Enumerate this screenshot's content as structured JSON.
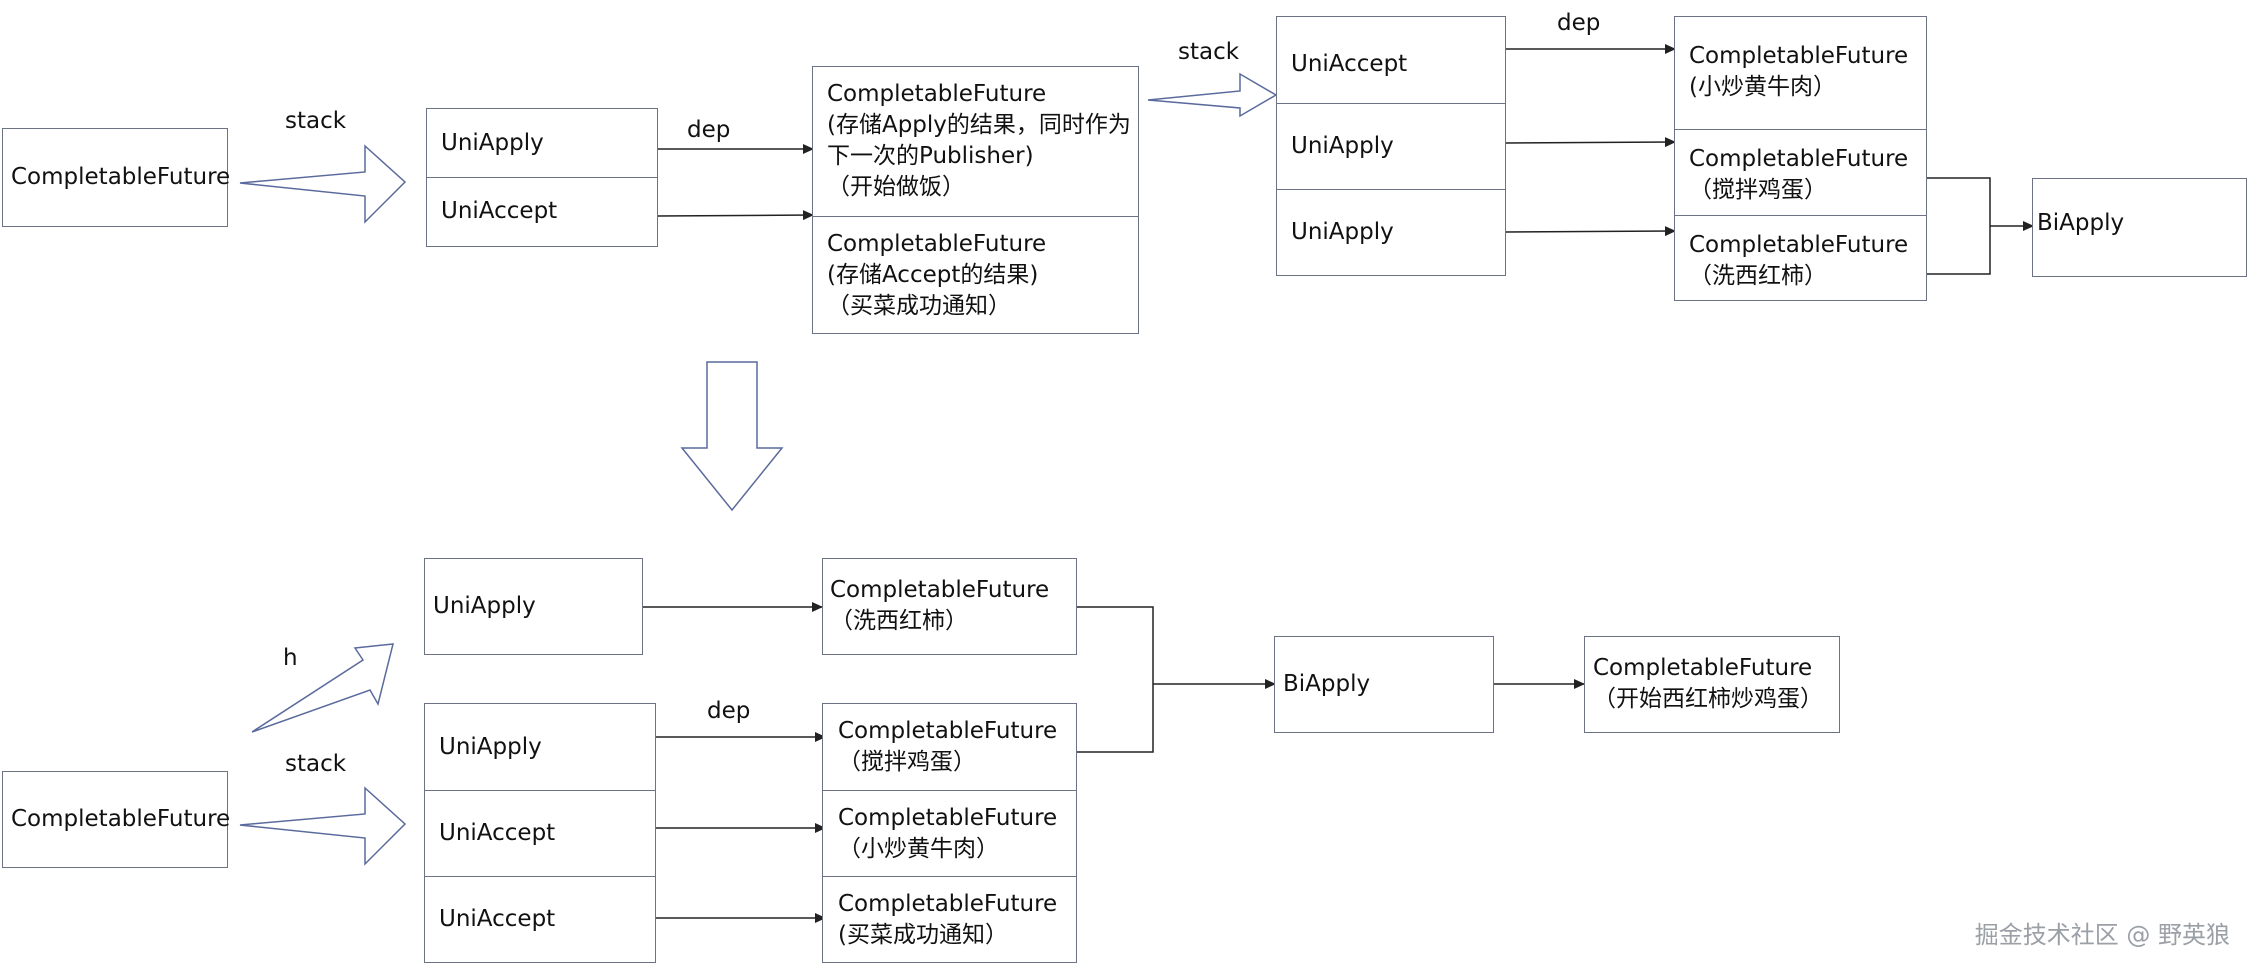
{
  "labels": {
    "stack": "stack",
    "dep": "dep",
    "h": "h"
  },
  "top": {
    "root": "CompletableFuture",
    "stack_uni_apply": "UniApply",
    "stack_uni_accept": "UniAccept",
    "cf_apply_lines": [
      "CompletableFuture",
      "(存储Apply的结果，同时作为",
      "下一次的Publisher)",
      "（开始做饭）"
    ],
    "cf_accept_lines": [
      "CompletableFuture",
      "(存储Accept的结果)",
      "（买菜成功通知）"
    ],
    "stack2": [
      "UniAccept",
      "UniApply",
      "UniApply"
    ],
    "cf_beef_lines": [
      "CompletableFuture",
      "(小炒黄牛肉）"
    ],
    "cf_egg_lines": [
      "CompletableFuture",
      "（搅拌鸡蛋）"
    ],
    "cf_tomato_lines": [
      "CompletableFuture",
      "（洗西红柿）"
    ],
    "bi_apply": "BiApply"
  },
  "bottom": {
    "h_uni_apply": "UniApply",
    "cf_tomato_lines": [
      "CompletableFuture",
      "（洗西红柿）"
    ],
    "root": "CompletableFuture",
    "stack": [
      "UniApply",
      "UniAccept",
      "UniAccept"
    ],
    "cf_egg_lines": [
      "CompletableFuture",
      "（搅拌鸡蛋）"
    ],
    "cf_beef_lines": [
      "CompletableFuture",
      "（小炒黄牛肉）"
    ],
    "cf_notify_lines": [
      "CompletableFuture",
      "(买菜成功通知）"
    ],
    "bi_apply": "BiApply",
    "cf_result_lines": [
      "CompletableFuture",
      "（开始西红柿炒鸡蛋）"
    ]
  },
  "watermark": "掘金技术社区 @ 野英狼",
  "colors": {
    "border": "#6b7385",
    "line": "#222222",
    "arrow_outline": "#5a6a9c"
  }
}
